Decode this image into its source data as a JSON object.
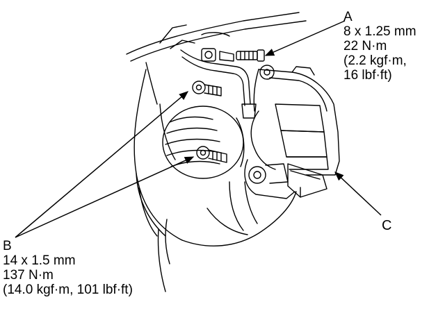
{
  "callouts": {
    "a": {
      "letter": "A",
      "size": "8 x 1.25 mm",
      "torque_nm": "22 N·m",
      "torque_kgf": "(2.2 kgf·m,",
      "torque_lbf": "16 lbf·ft)"
    },
    "b": {
      "letter": "B",
      "size": "14 x 1.5 mm",
      "torque_nm": "137 N·m",
      "torque_alt": "(14.0 kgf·m, 101 lbf·ft)"
    },
    "c": {
      "letter": "C"
    }
  },
  "colors": {
    "ink": "#000000",
    "background": "#ffffff"
  },
  "icons": {
    "caliper": "brake-caliper-illustration",
    "bolt": "bolt-icon",
    "arrow": "leader-arrow"
  }
}
